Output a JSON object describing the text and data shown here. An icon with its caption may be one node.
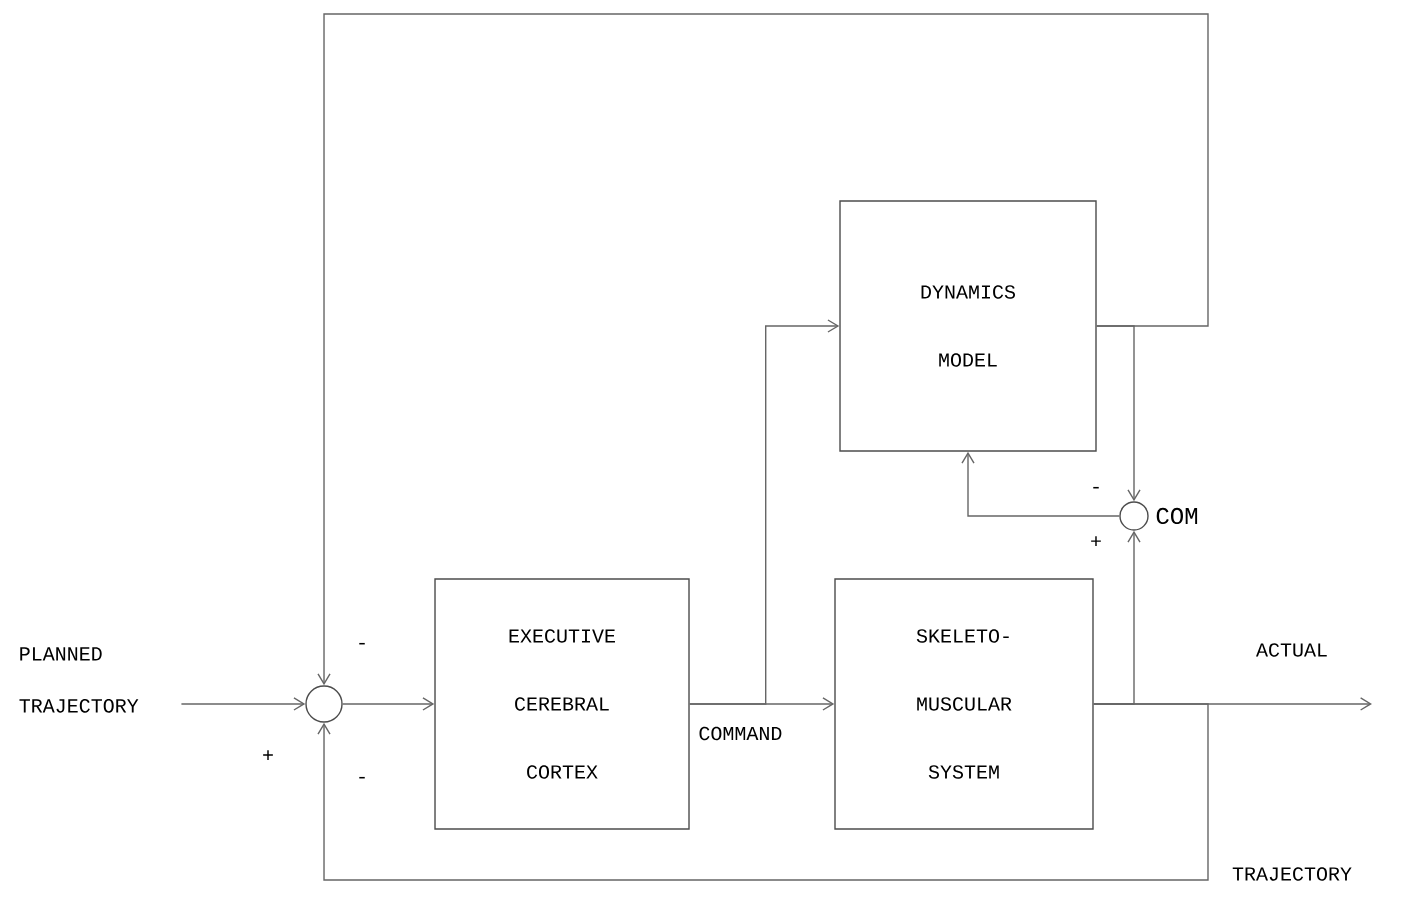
{
  "diagram": {
    "nodes": [
      {
        "text": [
          "PLANNED TRAJECTORY"
        ]
      },
      {
        "text": [],
        "shape": "circle"
      },
      {
        "text": [
          "EXECUTIVE CEREBRAL CORTEX"
        ]
      },
      {
        "text": [
          "SKELETO-MUSCULAR SYSTEM"
        ]
      },
      {
        "text": [
          "DYNAMICS MODEL"
        ]
      },
      {
        "text": [],
        "shape": "circle",
        "beside": [
          "COM"
        ]
      }
    ],
    "edges": [
      {
        "from": 0,
        "to": 1,
        "arrow": "to"
      },
      {
        "from": 1,
        "to": 2,
        "arrow": "to"
      },
      {
        "from": 2,
        "to": 3,
        "arrow": "to",
        "label": "COMMAND"
      },
      {
        "from": 2,
        "to": 4,
        "arrow": "to"
      },
      {
        "from": 3,
        "to": null,
        "arrow": "to"
      },
      {
        "from": 3,
        "to": 5,
        "arrow": "to"
      },
      {
        "from": 3,
        "to": 1,
        "arrow": "to"
      },
      {
        "from": 4,
        "to": 1,
        "arrow": "to"
      },
      {
        "from": 4,
        "to": 5,
        "arrow": "to"
      },
      {
        "from": 5,
        "to": 4,
        "arrow": "to"
      }
    ],
    "labels": [
      "-",
      "+",
      "-",
      "+",
      "-",
      "ACTUAL",
      "TRAJECTORY"
    ]
  }
}
